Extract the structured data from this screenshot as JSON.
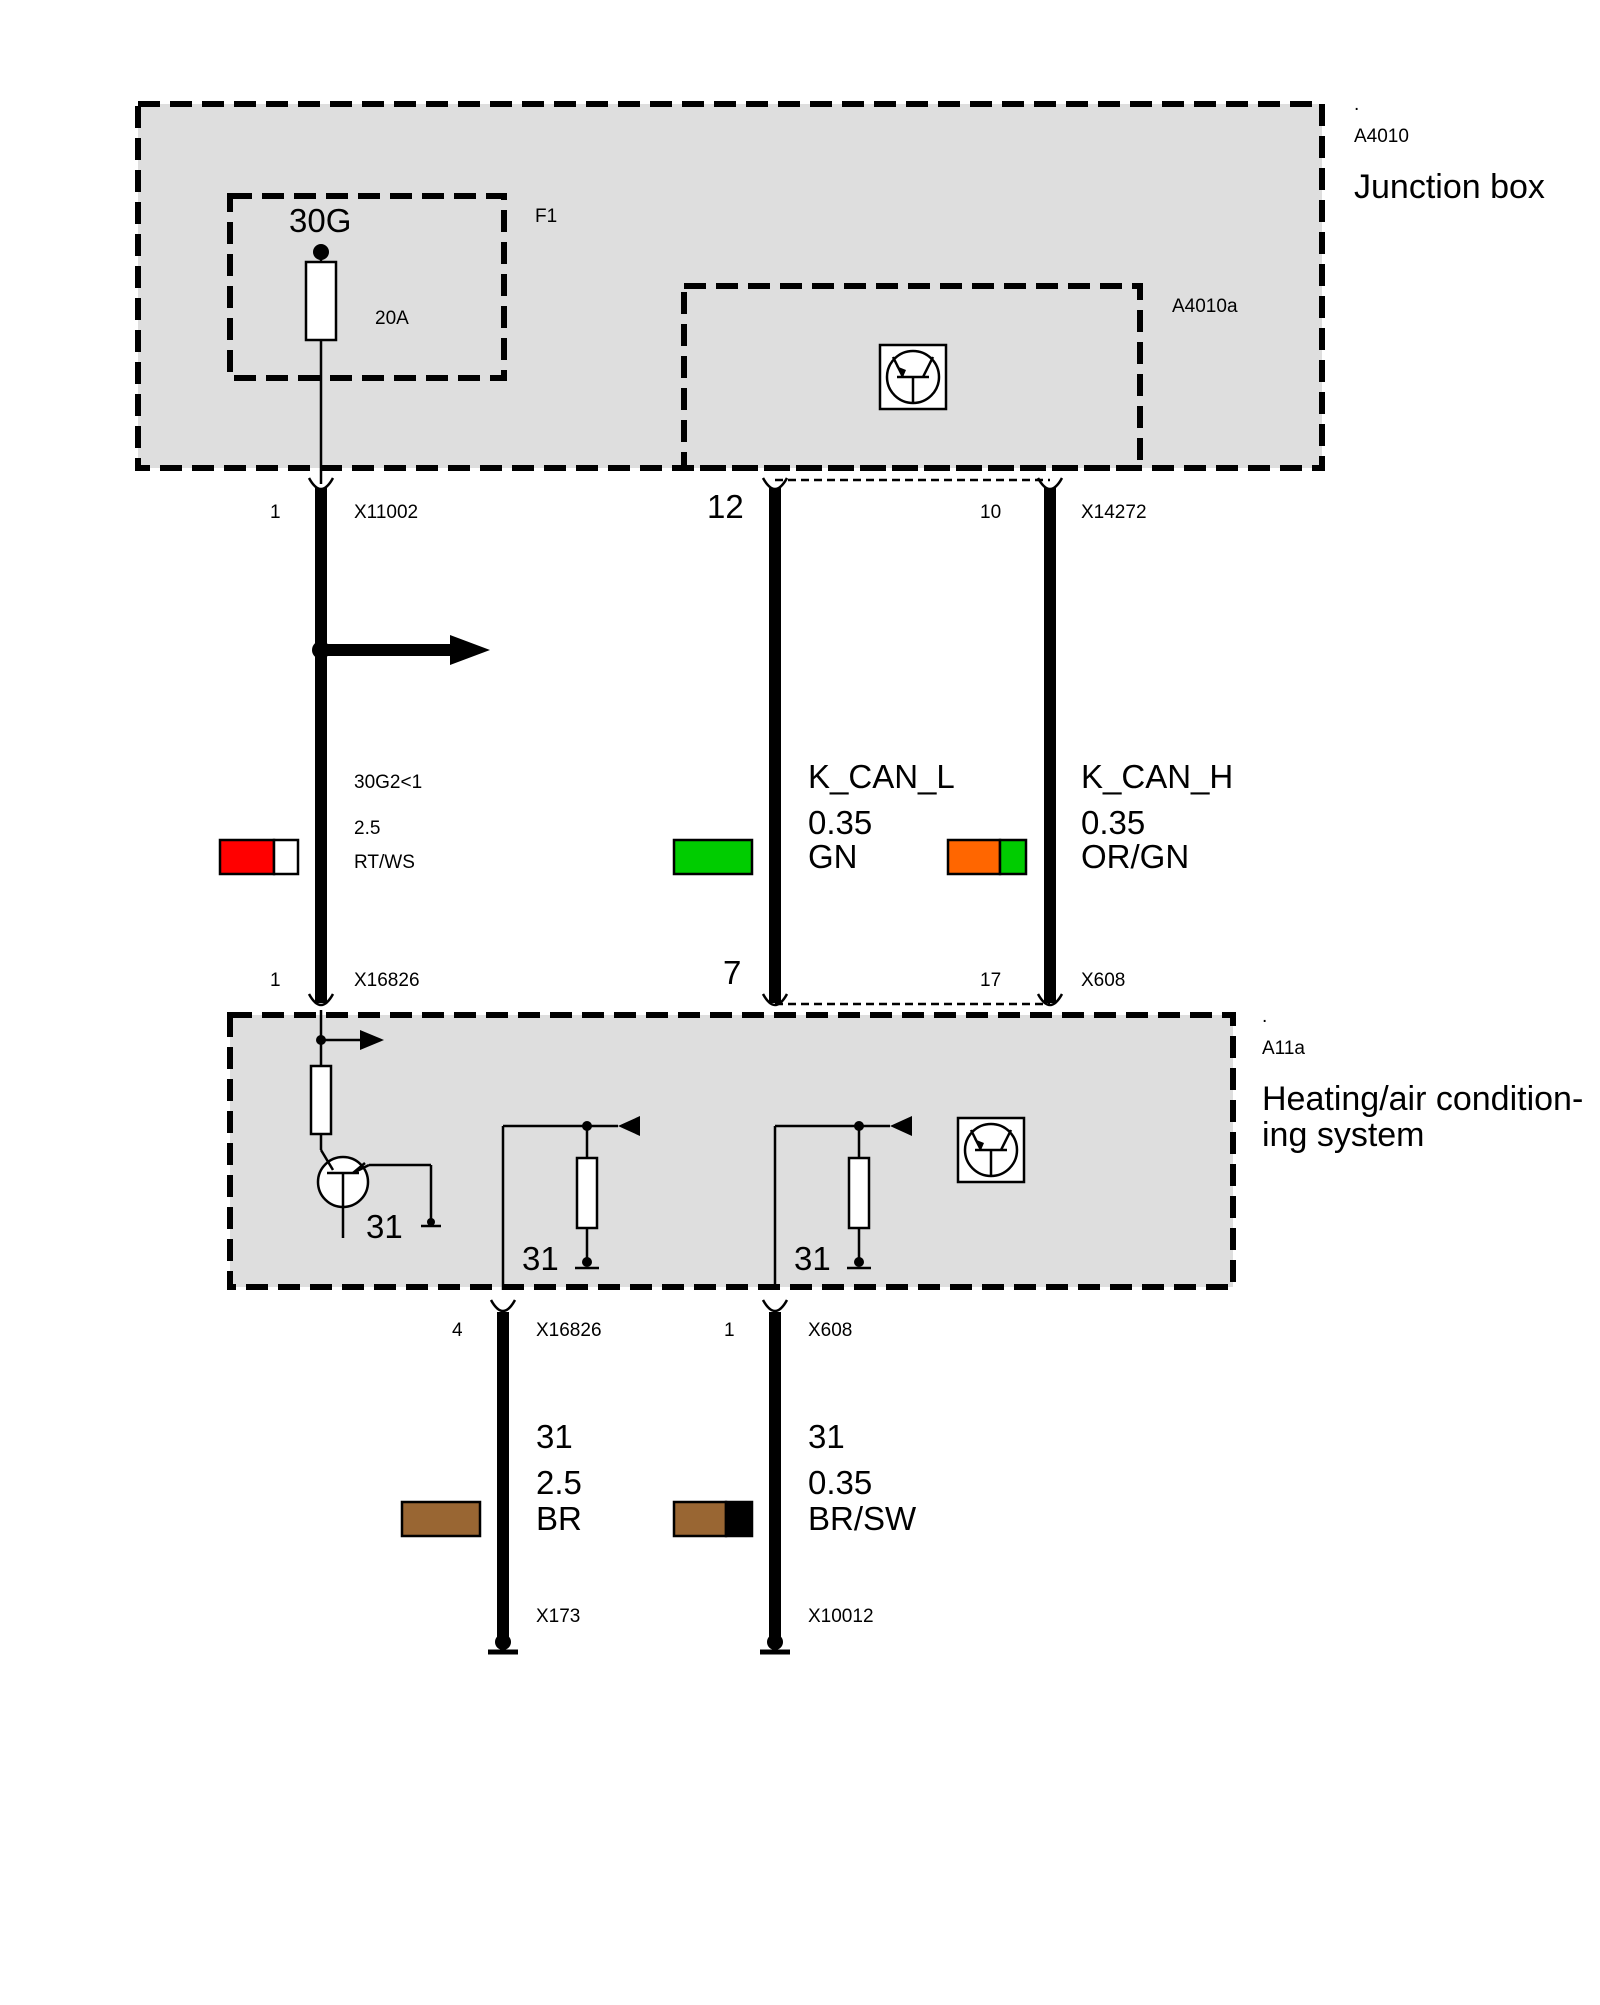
{
  "junction_box": {
    "dot": ".",
    "id": "A4010",
    "name": "Junction box",
    "fuse": {
      "id": "F1",
      "terminal": "30G",
      "rating": "20A"
    },
    "module": {
      "id": "A4010a"
    }
  },
  "hvac": {
    "dot": ".",
    "id": "A11a",
    "name_line1": "Heating/air condition-",
    "name_line2": "ing system",
    "ground_labels": [
      "31",
      "31",
      "31"
    ]
  },
  "wires": {
    "power": {
      "pin_top": "1",
      "connector_top": "X11002",
      "signal": "30G2<1",
      "size": "2.5",
      "color_code": "RT/WS",
      "colors": [
        "#ff0000",
        "#ffffff"
      ],
      "pin_bottom": "1",
      "connector_bottom": "X16826"
    },
    "can_l": {
      "pin_top": "12",
      "signal": "K_CAN_L",
      "size": "0.35",
      "color_code": "GN",
      "colors": [
        "#00cc00"
      ],
      "pin_bottom": "7"
    },
    "can_h": {
      "pin_top": "10",
      "connector_top": "X14272",
      "signal": "K_CAN_H",
      "size": "0.35",
      "color_code": "OR/GN",
      "colors": [
        "#ff6600",
        "#00cc00"
      ],
      "pin_bottom": "17",
      "connector_bottom": "X608"
    },
    "gnd_a": {
      "pin_top": "4",
      "connector_top": "X16826",
      "signal": "31",
      "size": "2.5",
      "color_code": "BR",
      "colors": [
        "#996633"
      ],
      "connector_bottom": "X173"
    },
    "gnd_b": {
      "pin_top": "1",
      "connector_top": "X608",
      "signal": "31",
      "size": "0.35",
      "color_code": "BR/SW",
      "colors": [
        "#996633",
        "#000000"
      ],
      "connector_bottom": "X10012"
    }
  }
}
